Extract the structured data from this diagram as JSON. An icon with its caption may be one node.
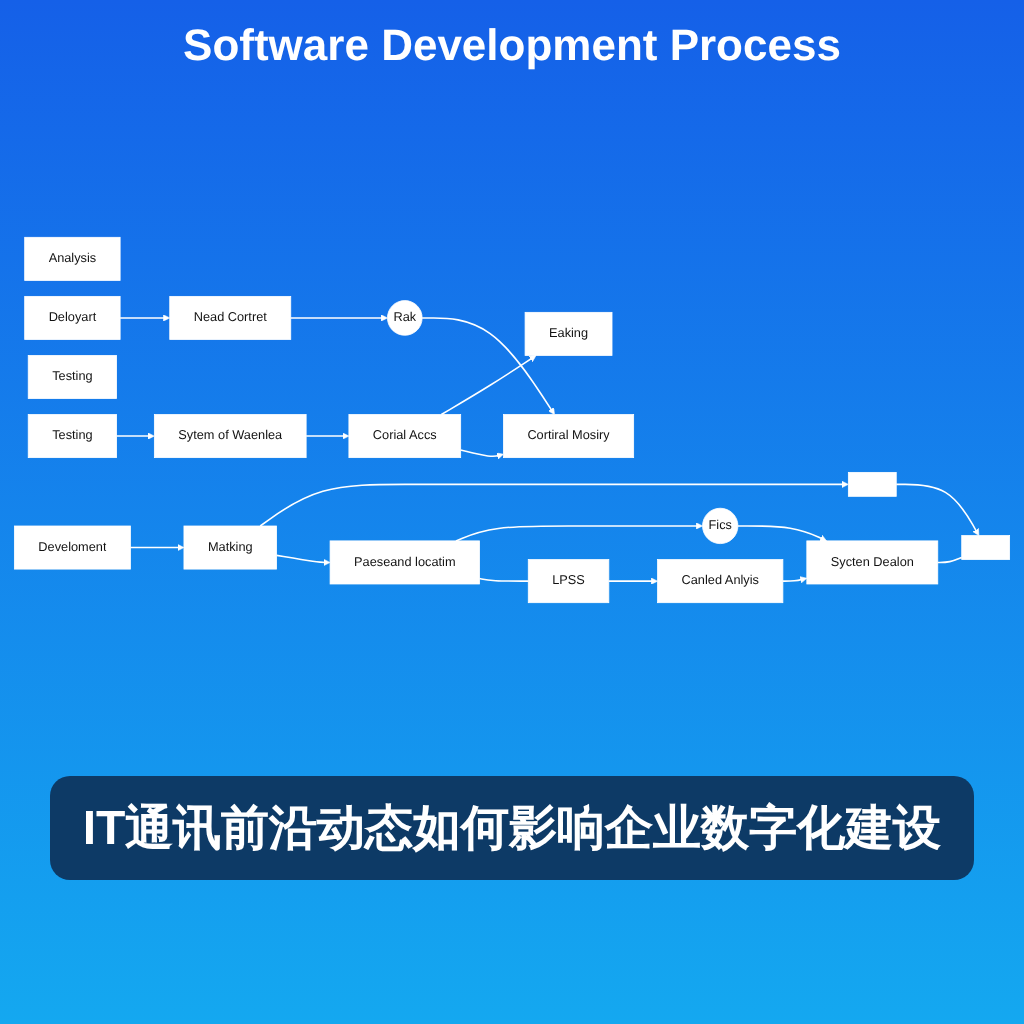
{
  "diagram": {
    "title": "Software Development Process",
    "nodes": [
      {
        "text": [
          "Analysis"
        ]
      },
      {
        "text": [
          "LPSS"
        ]
      },
      {
        "text": [
          "Canled Anlyis"
        ]
      },
      {
        "text": [
          "Develoment"
        ]
      },
      {
        "text": [
          "Matking"
        ]
      },
      {
        "text": [
          "Paeseand locatim"
        ]
      },
      {
        "text": [
          "Fics"
        ]
      },
      {
        "text": [
          "Sycten Dealon"
        ]
      },
      {
        "text": [
          "Testing"
        ]
      },
      {
        "text": [],
        "shape": "box"
      },
      {
        "text": [],
        "shape": "box"
      },
      {
        "text": [
          "Testing"
        ]
      },
      {
        "text": [
          "Sytem of Waenlea"
        ]
      },
      {
        "text": [
          "Corial Accs"
        ]
      },
      {
        "text": [
          "Deloyart"
        ]
      },
      {
        "text": [
          "Nead Cortret"
        ]
      },
      {
        "text": [
          "Rak"
        ]
      },
      {
        "text": [
          "Cortiral Mosiry"
        ]
      },
      {
        "text": [
          "Eaking"
        ]
      }
    ],
    "edges": [
      {
        "from": 1,
        "to": 2,
        "arrow": "to"
      },
      {
        "from": 2,
        "to": 7,
        "arrow": "to"
      },
      {
        "from": 5,
        "to": 1,
        "arrow": "none"
      },
      {
        "from": 3,
        "to": 4,
        "arrow": "to"
      },
      {
        "from": 4,
        "to": 5,
        "arrow": "to"
      },
      {
        "from": 5,
        "to": 6,
        "arrow": "to"
      },
      {
        "from": 6,
        "to": 7,
        "arrow": "to"
      },
      {
        "from": 4,
        "to": 9,
        "arrow": "to"
      },
      {
        "from": 9,
        "to": 10,
        "arrow": "to"
      },
      {
        "from": 7,
        "to": 10,
        "arrow": "none"
      },
      {
        "from": 11,
        "to": 12,
        "arrow": "to"
      },
      {
        "from": 12,
        "to": 13,
        "arrow": "to"
      },
      {
        "from": 13,
        "to": 17,
        "arrow": "to"
      },
      {
        "from": 13,
        "to": 18,
        "arrow": "to"
      },
      {
        "from": 14,
        "to": 15,
        "arrow": "to"
      },
      {
        "from": 15,
        "to": 16,
        "arrow": "to"
      },
      {
        "from": 16,
        "to": 17,
        "arrow": "to"
      }
    ],
    "labels": [
      "IT通讯前沿动态如何影响企业数字化建设"
    ]
  }
}
